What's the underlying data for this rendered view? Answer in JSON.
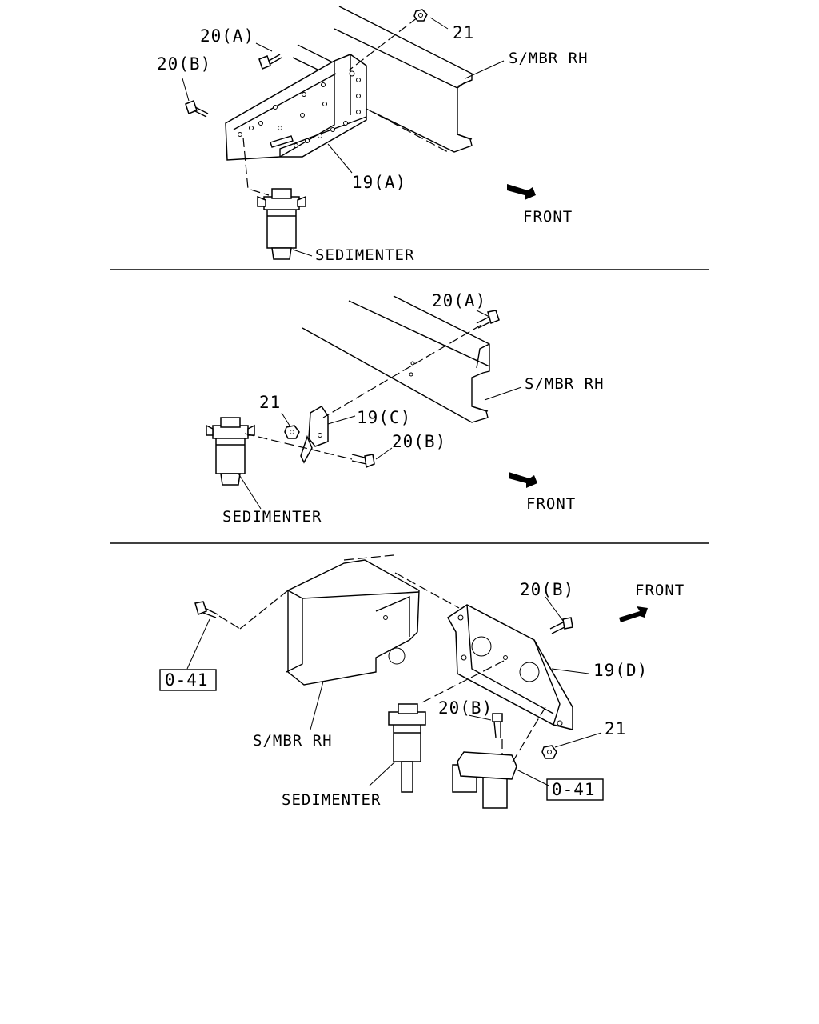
{
  "panels": [
    {
      "labels": {
        "bolt_a": "20(A)",
        "bolt_b": "20(B)",
        "nut": "21",
        "member": "S/MBR RH",
        "bracket": "19(A)",
        "front": "FRONT",
        "sedimenter": "SEDIMENTER"
      }
    },
    {
      "labels": {
        "bolt_a": "20(A)",
        "member": "S/MBR RH",
        "nut": "21",
        "bracket": "19(C)",
        "bolt_b": "20(B)",
        "front": "FRONT",
        "sedimenter": "SEDIMENTER"
      }
    },
    {
      "labels": {
        "bolt_b_top": "20(B)",
        "front": "FRONT",
        "bracket": "19(D)",
        "ref_left": "0-41",
        "bolt_b_lower": "20(B)",
        "nut": "21",
        "member": "S/MBR RH",
        "sedimenter": "SEDIMENTER",
        "ref_right": "0-41"
      }
    }
  ]
}
